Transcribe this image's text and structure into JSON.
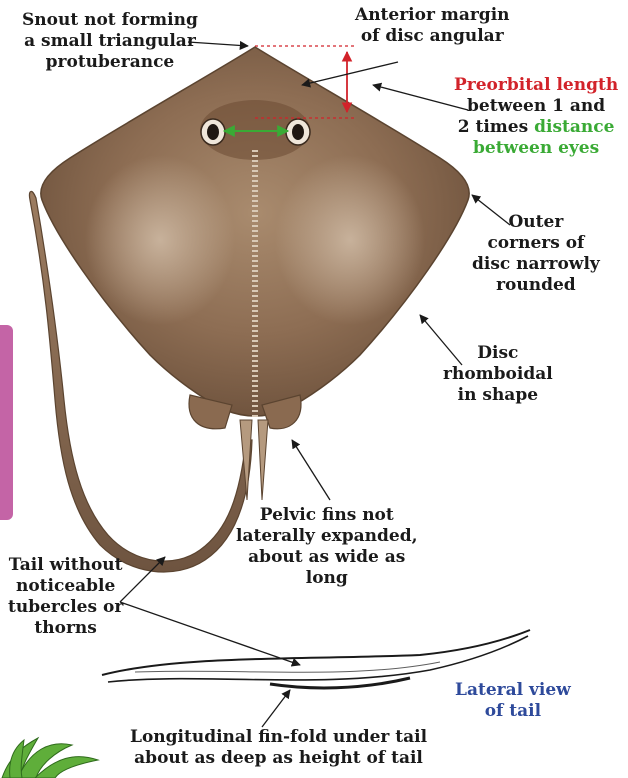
{
  "labels": {
    "snout": [
      "Snout not forming",
      "a small triangular",
      "protuberance"
    ],
    "anterior_margin": [
      "Anterior margin",
      "of disc angular"
    ],
    "preorbital": {
      "title": "Preorbital length",
      "line2": "between 1 and",
      "line3_prefix": "2 times ",
      "line3_green": "distance",
      "line4": "between eyes"
    },
    "outer_corners": [
      "Outer",
      "corners of",
      "disc narrowly",
      "rounded"
    ],
    "disc_shape": [
      "Disc",
      "rhomboidal",
      "in shape"
    ],
    "pelvic_fins": [
      "Pelvic fins not",
      "laterally expanded,",
      "about as wide as",
      "long"
    ],
    "tail": [
      "Tail without",
      "noticeable",
      "tubercles or",
      "thorns"
    ],
    "lateral_view": [
      "Lateral view",
      "of tail"
    ],
    "fin_fold": [
      "Longitudinal fin-fold under tail",
      "about as deep as height of tail"
    ]
  },
  "colors": {
    "label_text": "#1a1a1a",
    "preorbital_accent": "#d2232a",
    "eye_distance_accent": "#3aaa35",
    "lateral_view_accent": "#2e4a9b",
    "side_tab": "#c464a6",
    "ray_body": "#8a6a50",
    "ray_edge": "#5b4430",
    "plant_green": "#5fae3a"
  },
  "icons": [
    "ray-illustration",
    "tail-lateral-view-illustration",
    "plant-decoration",
    "side-tab"
  ]
}
